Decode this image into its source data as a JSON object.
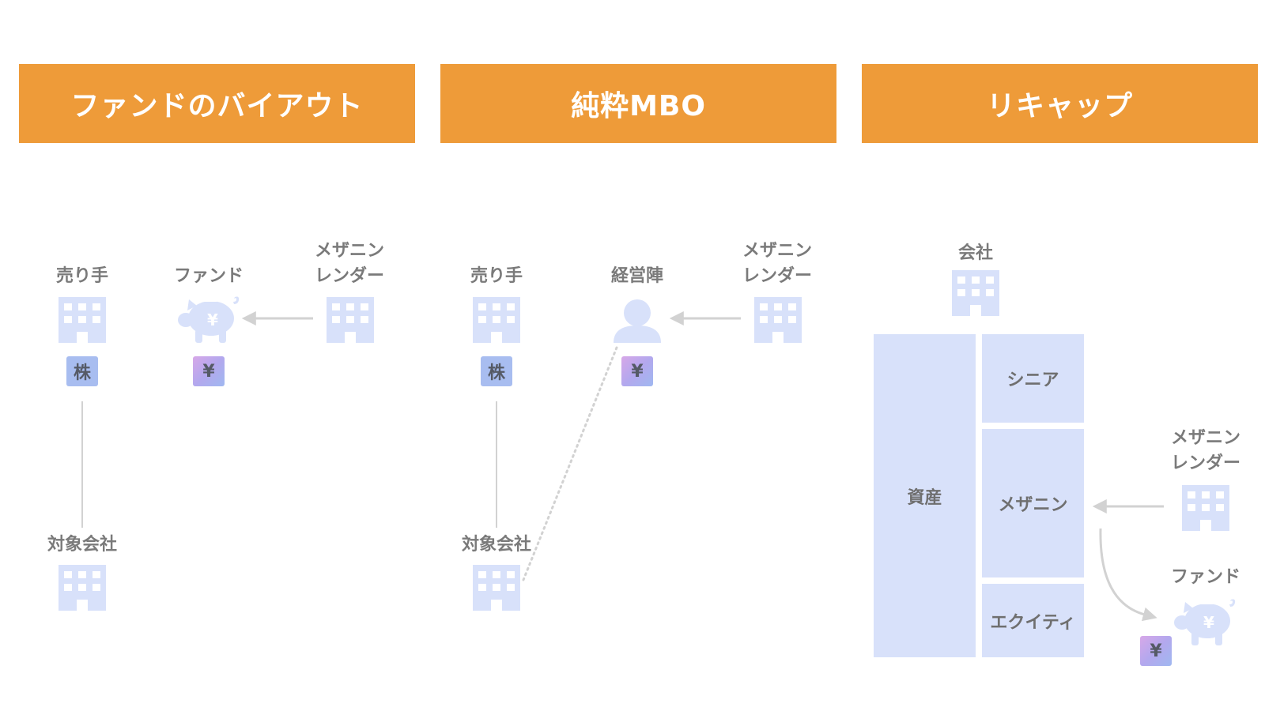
{
  "headers": [
    "ファンドのバイアウト",
    "純粋MBO",
    "リキャップ"
  ],
  "panel1": {
    "seller": "売り手",
    "fund": "ファンド",
    "mezzanine_line1": "メザニン",
    "mezzanine_line2": "レンダー",
    "target": "対象会社",
    "stock_tag": "株",
    "yen_tag": "¥"
  },
  "panel2": {
    "seller": "売り手",
    "management": "経営陣",
    "mezzanine_line1": "メザニン",
    "mezzanine_line2": "レンダー",
    "target": "対象会社",
    "stock_tag": "株",
    "yen_tag": "¥"
  },
  "panel3": {
    "company": "会社",
    "assets": "資産",
    "senior": "シニア",
    "mezzanine": "メザニン",
    "equity": "エクイティ",
    "mezzanine_line1": "メザニン",
    "mezzanine_line2": "レンダー",
    "fund": "ファンド",
    "yen_tag": "¥"
  },
  "colors": {
    "header": "#ee9b39",
    "icon": "#d8e1fa",
    "box": "#d8e1fa",
    "arrow": "#d2d2d2",
    "label": "#7a7a7a"
  }
}
